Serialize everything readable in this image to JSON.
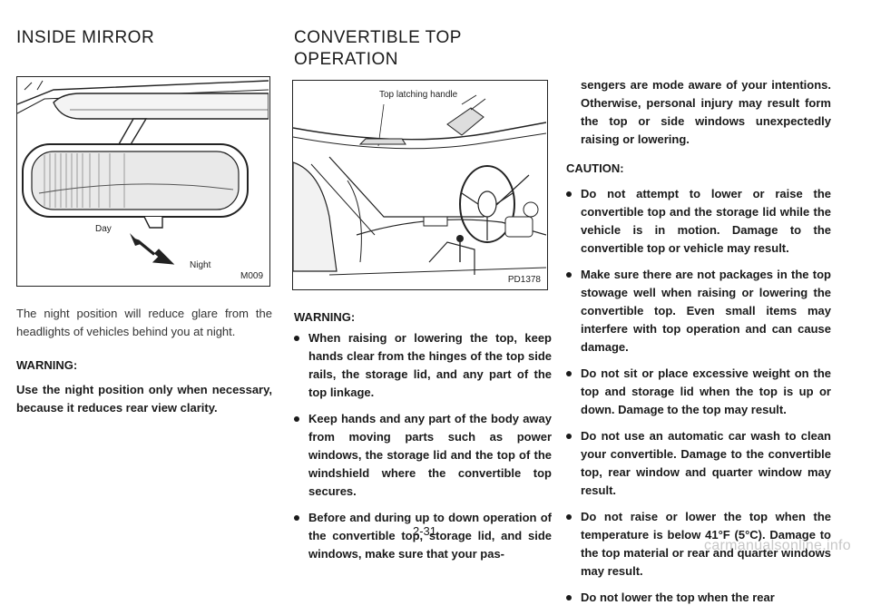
{
  "inside_mirror": {
    "title": "INSIDE MIRROR",
    "figure": {
      "code": "M009",
      "label_day": "Day",
      "label_night": "Night"
    },
    "description": "The night position will reduce glare from the headlights of vehicles behind you at night.",
    "warning_label": "WARNING:",
    "warning_text": "Use the night position only when necessary, because it reduces rear view clarity."
  },
  "convertible_top": {
    "title": "CONVERTIBLE TOP OPERATION",
    "figure": {
      "code": "PD1378",
      "callout": "Top latching handle"
    },
    "warning_label": "WARNING:",
    "warnings": [
      "When raising or lowering the top, keep hands clear from the hinges of the top side rails, the storage lid, and any part of the top linkage.",
      "Keep hands and any part of the body away from moving parts such as power windows, the storage lid and the top of the windshield where the convertible top secures.",
      "Before and during up to down operation of the convertible top, storage lid, and side windows, make sure that your pas-"
    ],
    "continuation": "sengers are mode aware of your intentions. Otherwise, personal injury may result form the top or side windows unexpectedly raising or lowering.",
    "caution_label": "CAUTION:",
    "cautions": [
      "Do not attempt to lower or raise the convertible top and the storage lid while the vehicle is in motion. Damage to the convertible top or vehicle may result.",
      "Make sure there are not packages in the top stowage well when raising or lowering the convertible top. Even small items may interfere with top operation and can cause damage.",
      "Do not sit or place excessive weight on the top and storage lid when the top is up or down. Damage to the top may result.",
      "Do not use an automatic car wash to clean your convertible. Damage to the convertible top, rear window and quarter window may result.",
      "Do not raise or lower the top when the temperature is below 41°F (5°C). Damage to the top material or rear and quarter windows may result.",
      "Do not lower the top when the rear"
    ]
  },
  "page_number": "2-31",
  "watermark": "carmanualsonline.info"
}
